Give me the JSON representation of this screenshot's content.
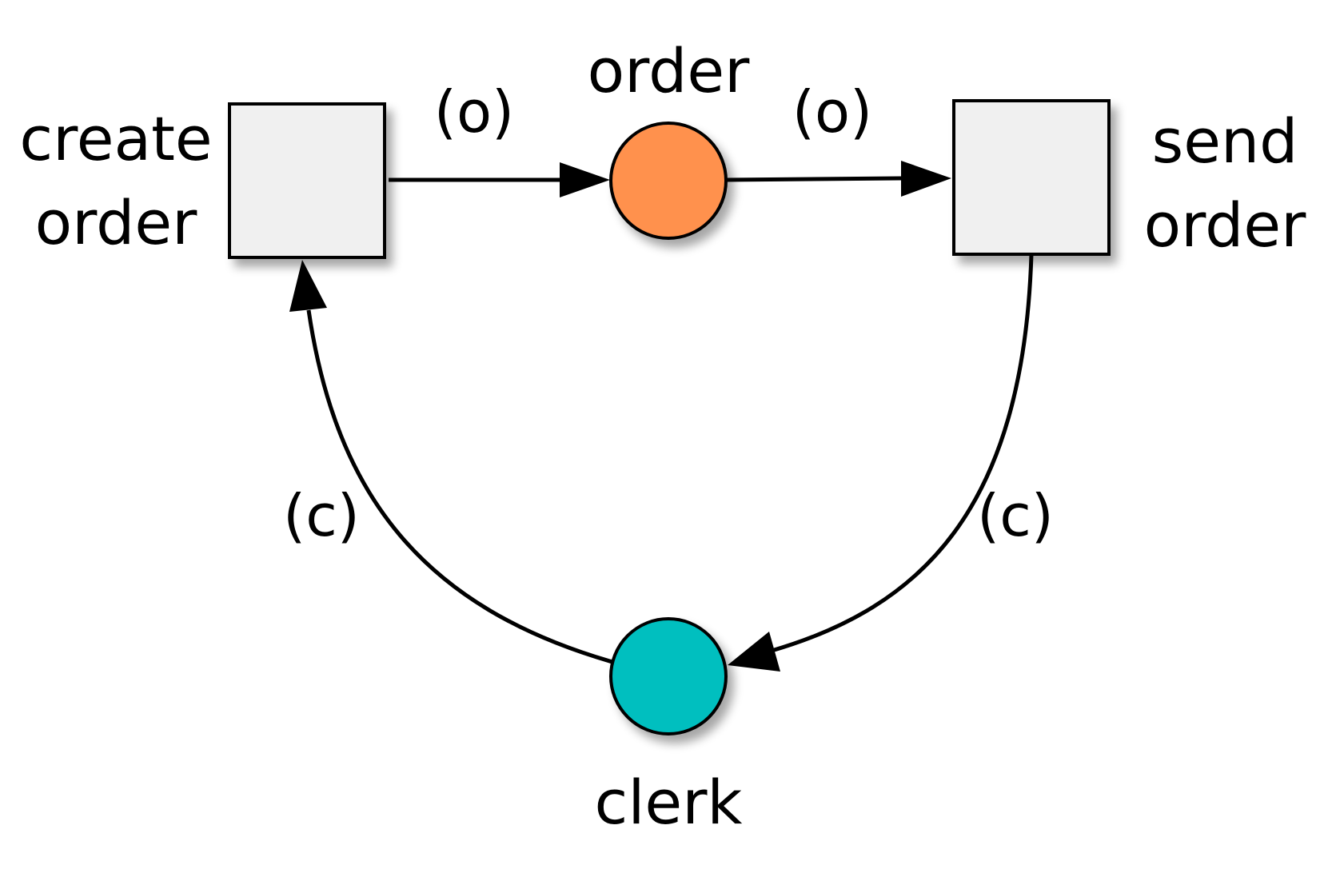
{
  "colors": {
    "transition_fill": "#f0f0f0",
    "order_place": "#ff914d",
    "clerk_place": "#00bfbf",
    "stroke": "#000000",
    "background": "#ffffff"
  },
  "transitions": [
    {
      "id": "create-order",
      "label_lines": [
        "create",
        "order"
      ]
    },
    {
      "id": "send-order",
      "label_lines": [
        "send",
        "order"
      ]
    }
  ],
  "places": [
    {
      "id": "order",
      "label": "order"
    },
    {
      "id": "clerk",
      "label": "clerk"
    }
  ],
  "arcs": [
    {
      "from": "create-order",
      "to": "order",
      "label": "(o)"
    },
    {
      "from": "order",
      "to": "send-order",
      "label": "(o)"
    },
    {
      "from": "send-order",
      "to": "clerk",
      "label": "(c)"
    },
    {
      "from": "clerk",
      "to": "create-order",
      "label": "(c)"
    }
  ]
}
